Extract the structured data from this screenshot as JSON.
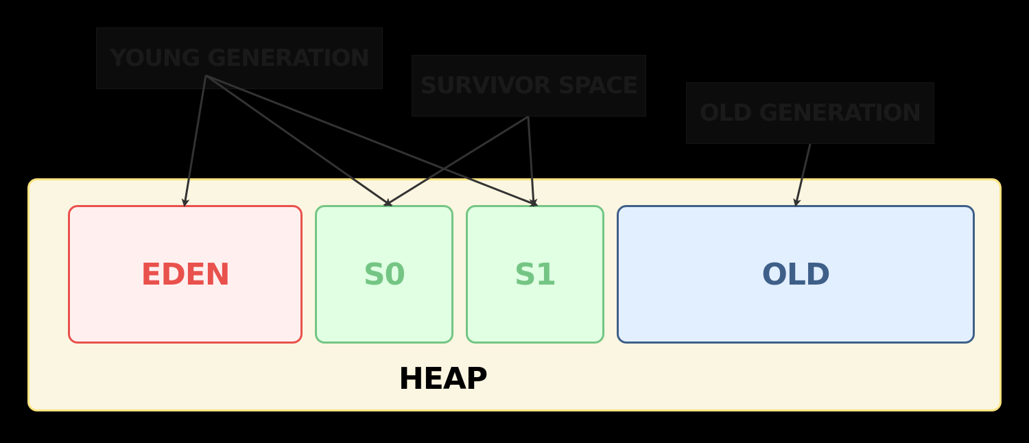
{
  "labels": {
    "young_generation": "YOUNG GENERATION",
    "survivor_space": "SURVIVOR SPACE",
    "old_generation": "OLD GENERATION"
  },
  "heap": {
    "label": "HEAP"
  },
  "regions": {
    "eden": "EDEN",
    "s0": "S0",
    "s1": "S1",
    "old": "OLD"
  },
  "colors": {
    "background": "#000000",
    "heap_fill": "#fbf6e1",
    "heap_border": "#fbe382",
    "eden": "#e9514d",
    "survivor": "#74c584",
    "old": "#3e5f88",
    "arrow": "#333333"
  },
  "connections": [
    {
      "from": "young_generation",
      "to": "eden"
    },
    {
      "from": "young_generation",
      "to": "s0"
    },
    {
      "from": "young_generation",
      "to": "s1"
    },
    {
      "from": "survivor_space",
      "to": "s0"
    },
    {
      "from": "survivor_space",
      "to": "s1"
    },
    {
      "from": "old_generation",
      "to": "old"
    }
  ]
}
